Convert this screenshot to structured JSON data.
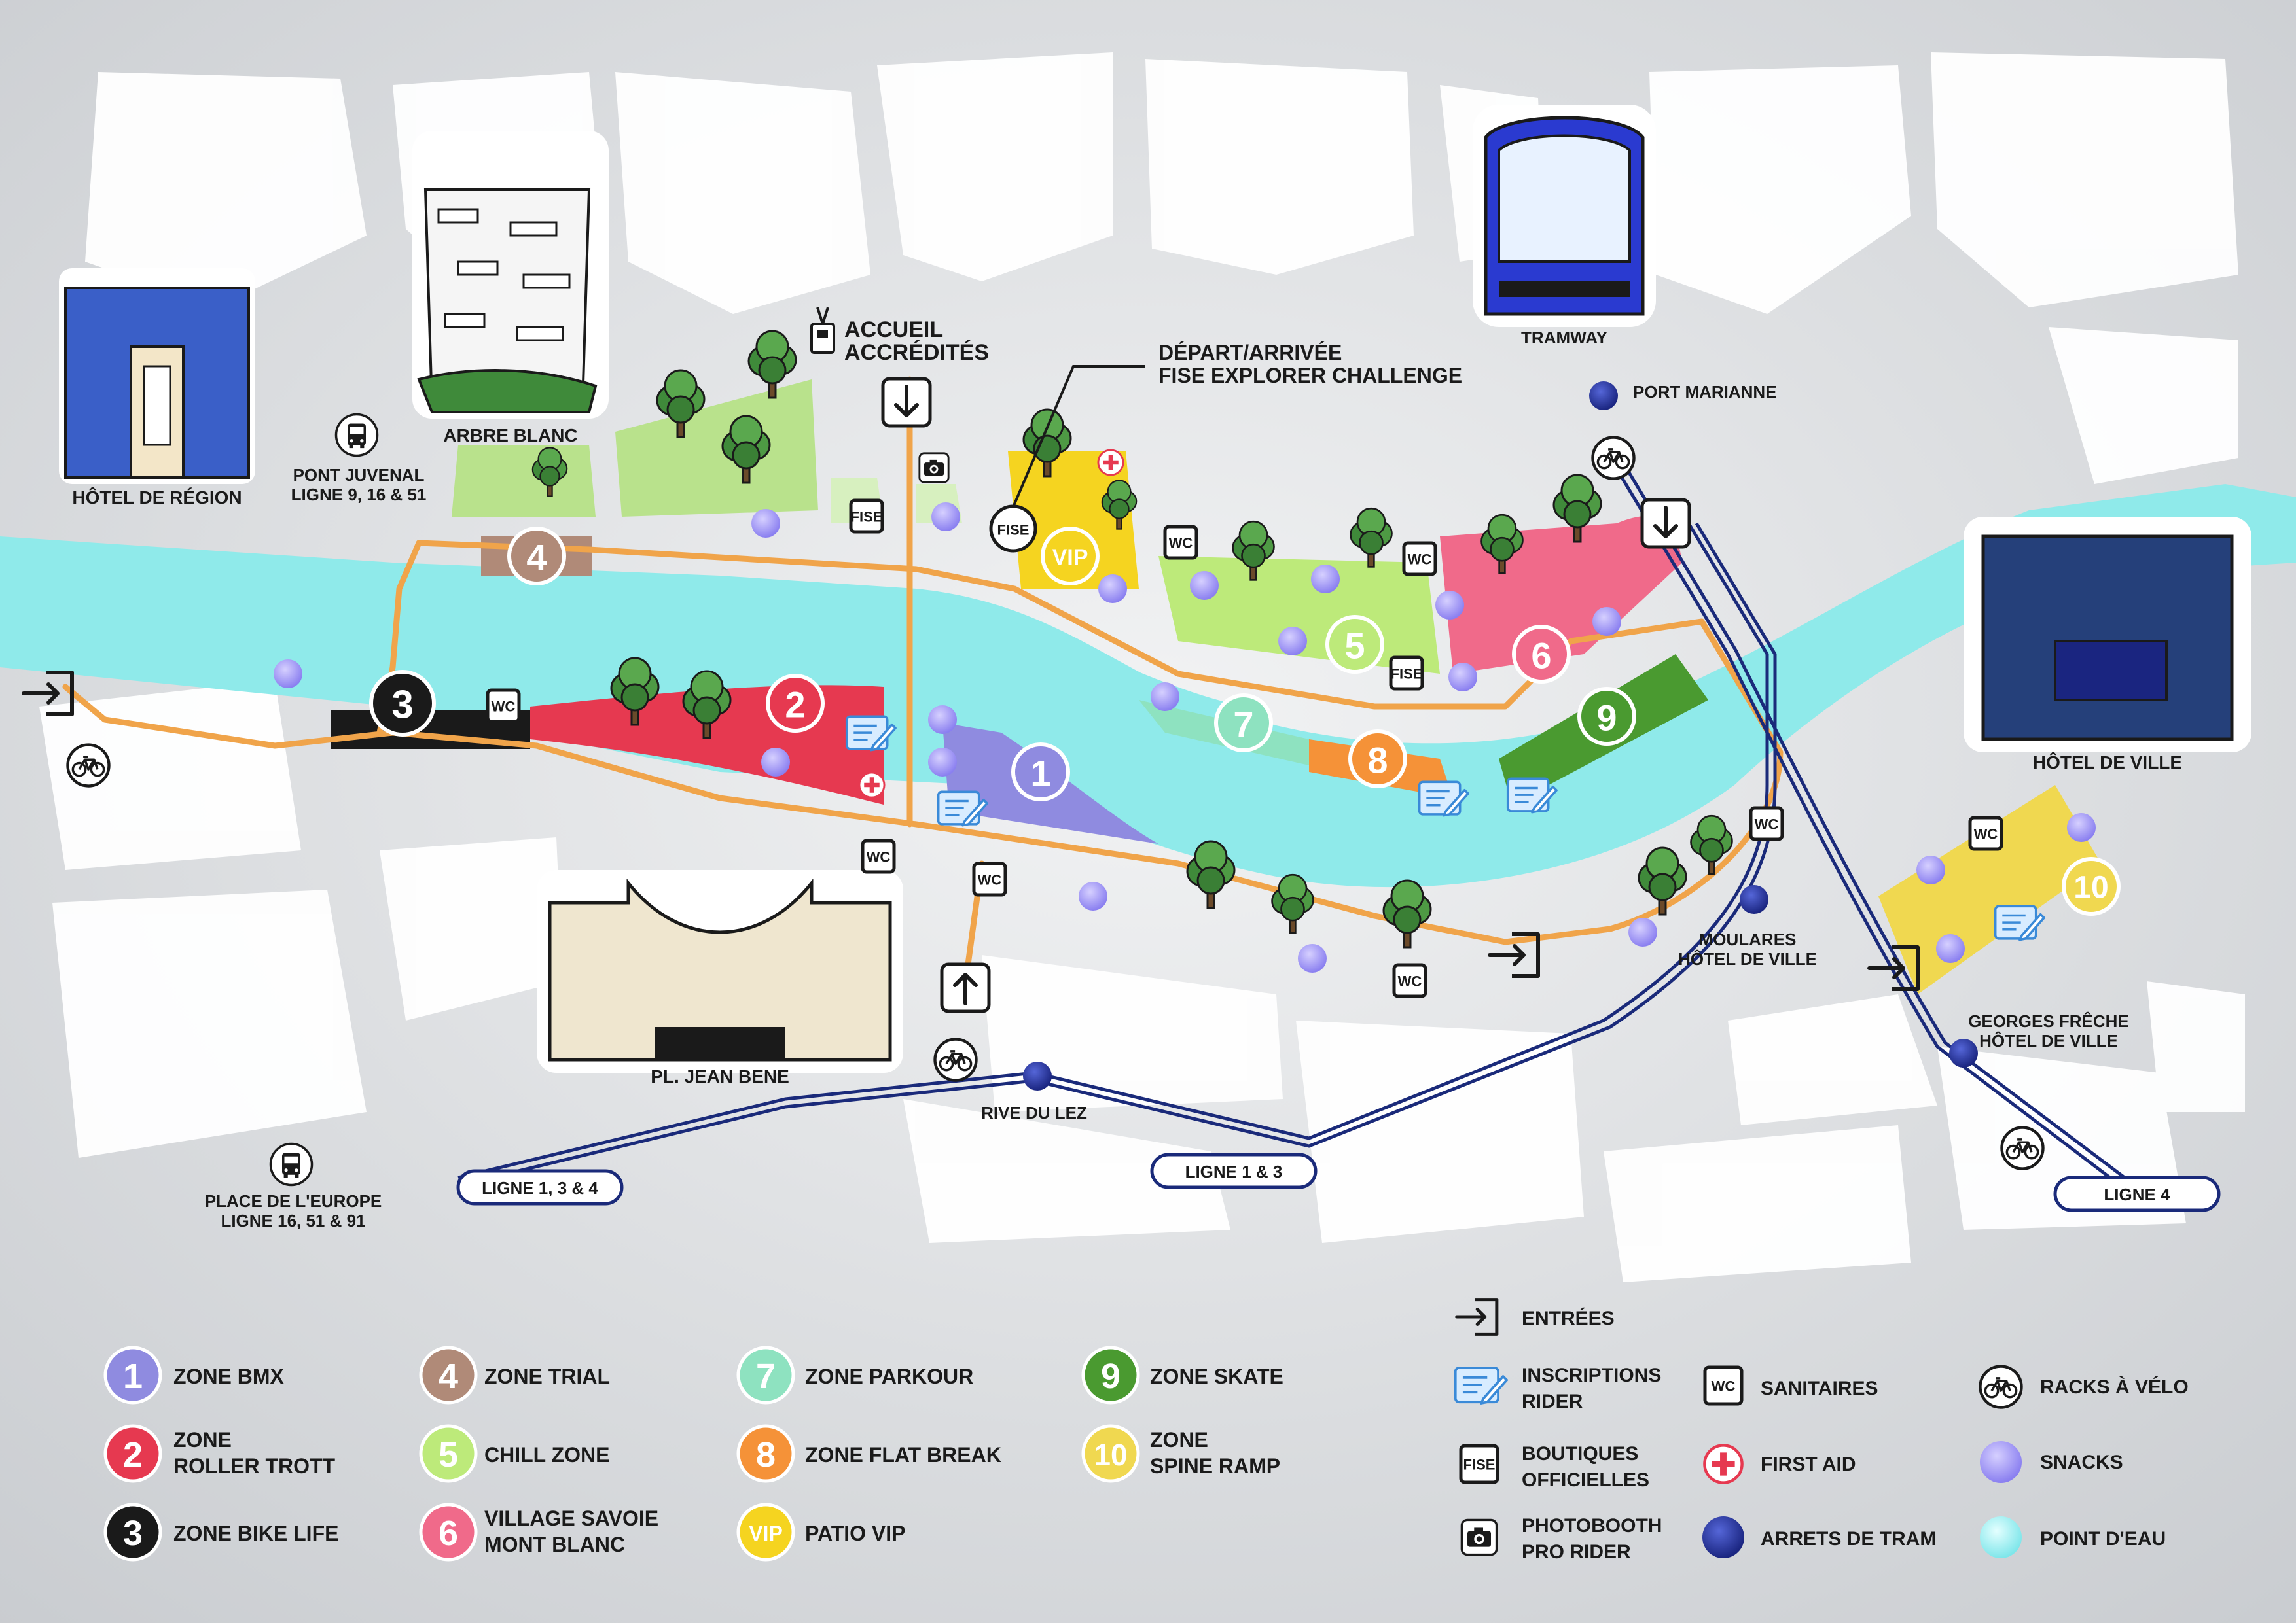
{
  "colors": {
    "river": "#8feaea",
    "orange_path": "#f0a44a",
    "tram_line": "#1a2a7a",
    "snack": "#9a8ff0",
    "tram_stop": "#1f2f8a",
    "zone1": "#8f8be0",
    "zone2": "#e63950",
    "zone3": "#1a1a1a",
    "zone4": "#b08a78",
    "zone5": "#bdea7a",
    "zone6": "#f06a8a",
    "zone7": "#8ee2c0",
    "zone8": "#f59238",
    "zone9": "#4a9a30",
    "zone10": "#f0d850",
    "vip": "#f5d420"
  },
  "landmarks": {
    "hotel_region": "HÔTEL DE RÉGION",
    "arbre_blanc": "ARBRE BLANC",
    "jean_bene": "PL. JEAN BENE",
    "hotel_ville": "HÔTEL DE VILLE",
    "tramway": "TRAMWAY"
  },
  "accueil": {
    "line1": "ACCUEIL",
    "line2": "ACCRÉDITÉS"
  },
  "depart": {
    "line1": "DÉPART/ARRIVÉE",
    "line2": "FISE EXPLORER CHALLENGE"
  },
  "bus_stops": [
    {
      "name": "PONT JUVENAL",
      "lines": "LIGNE 9, 16 & 51"
    },
    {
      "name": "PLACE DE L'EUROPE",
      "lines": "LIGNE 16, 51 & 91"
    }
  ],
  "tram_stops": {
    "port_marianne": "PORT MARIANNE",
    "moulares_1": "MOULARES",
    "moulares_2": "HÔTEL DE VILLE",
    "georges_1": "GEORGES FRÊCHE",
    "georges_2": "HÔTEL DE VILLE",
    "rive": "RIVE DU LEZ"
  },
  "tram_lines": [
    "LIGNE 1, 3 & 4",
    "LIGNE 1 & 3",
    "LIGNE 4"
  ],
  "map_zone_numbers": [
    "1",
    "2",
    "3",
    "4",
    "5",
    "6",
    "7",
    "8",
    "9",
    "10"
  ],
  "map_vip": "VIP",
  "map_wc": "WC",
  "map_fise": "FISE",
  "legend_zones": [
    {
      "num": "1",
      "label1": "ZONE BMX",
      "label2": ""
    },
    {
      "num": "2",
      "label1": "ZONE",
      "label2": "ROLLER TROTT"
    },
    {
      "num": "3",
      "label1": "ZONE BIKE LIFE",
      "label2": ""
    },
    {
      "num": "4",
      "label1": "ZONE TRIAL",
      "label2": ""
    },
    {
      "num": "5",
      "label1": "CHILL ZONE",
      "label2": ""
    },
    {
      "num": "6",
      "label1": "VILLAGE SAVOIE",
      "label2": "MONT BLANC"
    },
    {
      "num": "7",
      "label1": "ZONE PARKOUR",
      "label2": ""
    },
    {
      "num": "8",
      "label1": "ZONE FLAT BREAK",
      "label2": ""
    },
    {
      "num": "VIP",
      "label1": "PATIO VIP",
      "label2": ""
    },
    {
      "num": "9",
      "label1": "ZONE SKATE",
      "label2": ""
    },
    {
      "num": "10",
      "label1": "ZONE",
      "label2": "SPINE RAMP"
    }
  ],
  "legend_icons": {
    "entrees": "ENTRÉES",
    "inscriptions_1": "INSCRIPTIONS",
    "inscriptions_2": "RIDER",
    "boutiques_1": "BOUTIQUES",
    "boutiques_2": "OFFICIELLES",
    "photobooth_1": "PHOTOBOOTH",
    "photobooth_2": "PRO RIDER",
    "sanitaires": "SANITAIRES",
    "first_aid": "FIRST AID",
    "arrets_tram": "ARRETS DE TRAM",
    "racks_velo": "RACKS À VÉLO",
    "snacks": "SNACKS",
    "point_eau": "POINT D'EAU"
  }
}
